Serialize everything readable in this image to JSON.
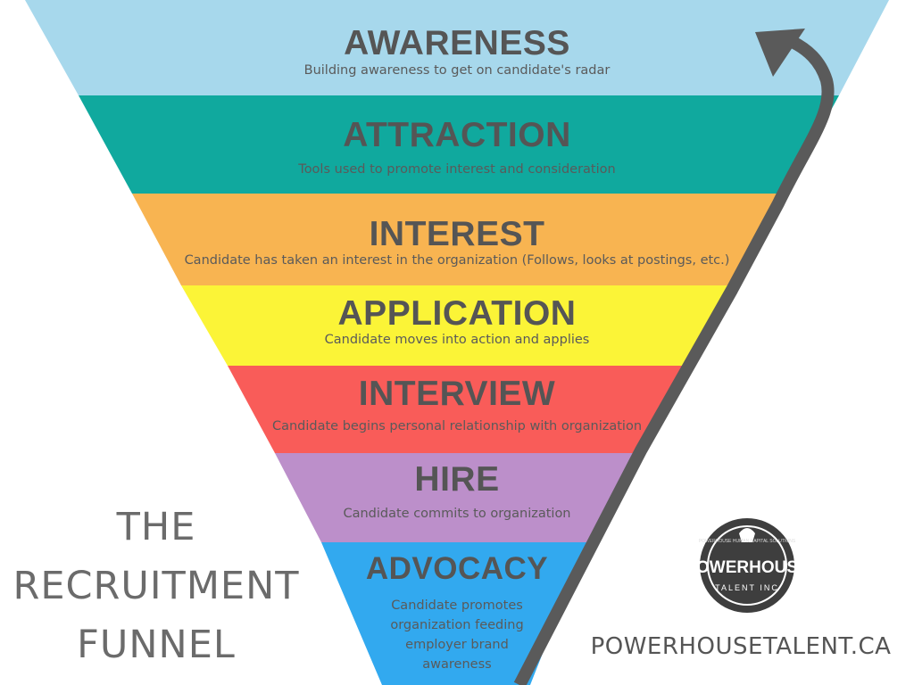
{
  "stages": [
    {
      "title": "AWARENESS",
      "desc": "Building awareness to get on candidate's radar",
      "color": "#a7d8ec"
    },
    {
      "title": "ATTRACTION",
      "desc": "Tools used to promote interest and consideration",
      "color": "#10a99e"
    },
    {
      "title": "INTEREST",
      "desc": "Candidate has taken an interest in the organization (Follows, looks at postings, etc.)",
      "color": "#f8b451"
    },
    {
      "title": "APPLICATION",
      "desc": "Candidate moves into action and applies",
      "color": "#fbf437"
    },
    {
      "title": "INTERVIEW",
      "desc": "Candidate begins personal relationship with organization",
      "color": "#f95c59"
    },
    {
      "title": "HIRE",
      "desc": "Candidate commits to organization",
      "color": "#bc8fca"
    },
    {
      "title": "ADVOCACY",
      "desc_lines": [
        "Candidate promotes",
        "organization feeding",
        "employer brand",
        "awareness"
      ],
      "color": "#32a9ef"
    }
  ],
  "heading": {
    "line1": "THE",
    "line2": "RECRUITMENT",
    "line3": "FUNNEL"
  },
  "logo": {
    "name": "POWERHOUSE",
    "ring_text": "POWERHOUSE HUMAN CAPITAL SOLUTIONS",
    "sub": "TALENT INC"
  },
  "website": "POWERHOUSETALENT.CA",
  "arrow_color": "#5a5a5a"
}
